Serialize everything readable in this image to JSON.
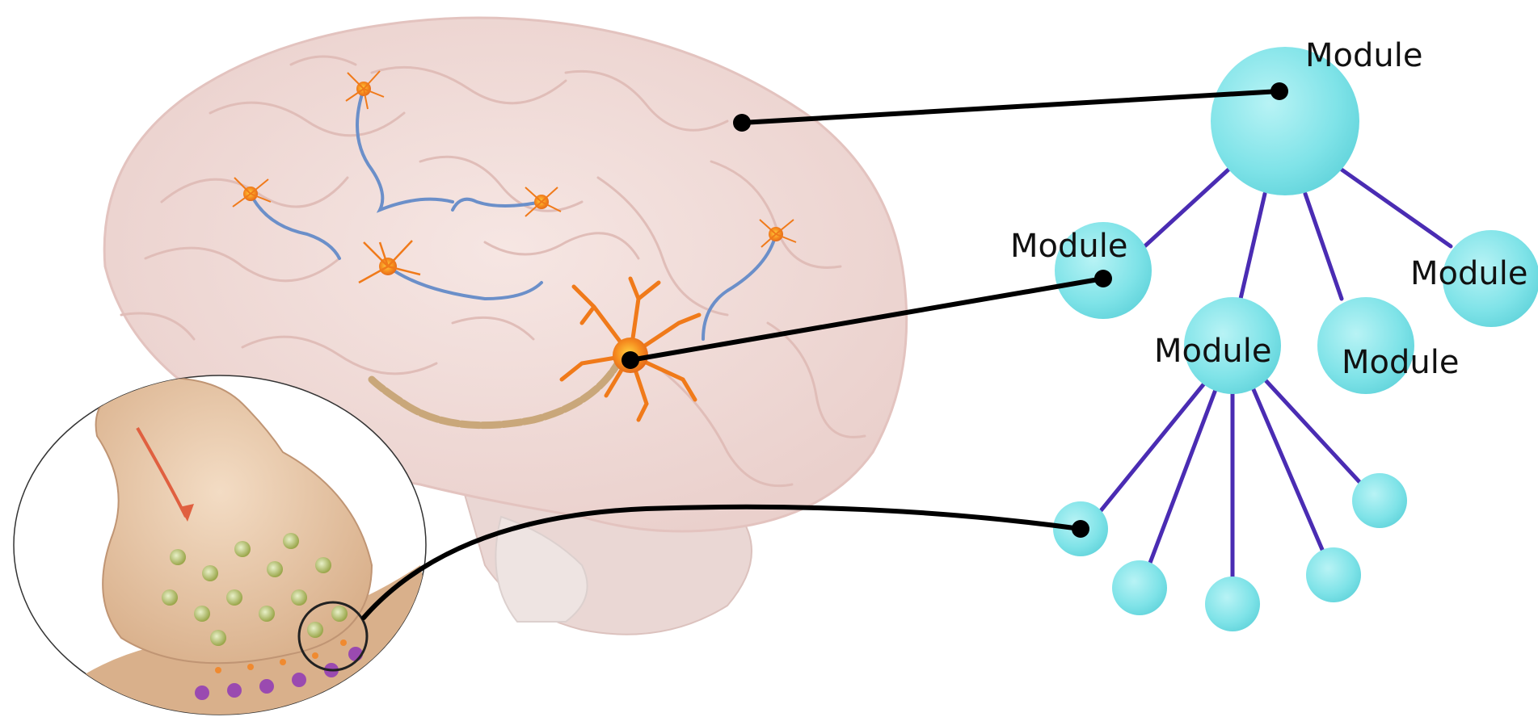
{
  "diagram": {
    "modules": [
      {
        "id": "top",
        "label": "Module"
      },
      {
        "id": "left",
        "label": "Module"
      },
      {
        "id": "center",
        "label": "Module"
      },
      {
        "id": "right-low",
        "label": "Module"
      },
      {
        "id": "right",
        "label": "Module"
      }
    ],
    "colors": {
      "node_fill": "#7fe3e8",
      "node_edge": "#5cd4db",
      "edge": "#4a2cb3",
      "connector": "#000000",
      "brain": "#efd9d6",
      "brain_fold": "#e3c3bf",
      "neuron": "#f07a1a",
      "axon": "#6b8fc9",
      "synapse": "#e8c9a8"
    },
    "icons": [
      "brain-illustration",
      "neuron-icon",
      "synapse-magnifier"
    ]
  }
}
